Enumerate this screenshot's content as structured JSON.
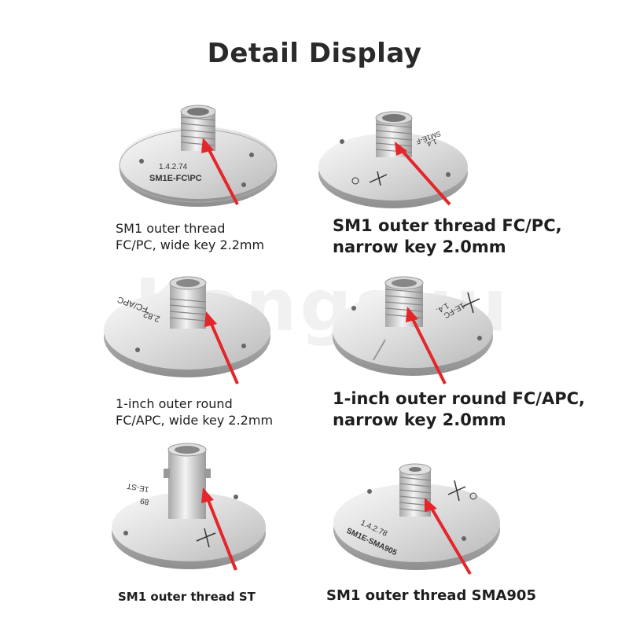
{
  "title": "Detail Display",
  "watermark": "Kangsuu",
  "colors": {
    "arrow": "#e3262a",
    "metal_light": "#eeeeee",
    "metal_mid": "#cfcfcf",
    "metal_dark": "#9a9a9a",
    "text": "#1e1e1e"
  },
  "items": [
    {
      "caption_lines": [
        "SM1 outer thread",
        "FC/PC, wide key 2.2mm"
      ],
      "engraving": [
        "1.4.2.74",
        "SM1E-FC\\PC"
      ]
    },
    {
      "caption_lines": [
        "SM1 outer thread FC/PC,",
        "narrow key 2.0mm"
      ],
      "engraving": [
        "1.4.",
        "SM1E-F"
      ]
    },
    {
      "caption_lines": [
        "1-inch outer round",
        "FC/APC, wide key 2.2mm"
      ],
      "engraving": [
        "2.82",
        "FC/APC"
      ]
    },
    {
      "caption_lines": [
        "1-inch outer round FC/APC,",
        "narrow key 2.0mm"
      ],
      "engraving": [
        "1.4.",
        "1E-FC"
      ]
    },
    {
      "caption_lines": [
        "SM1 outer thread ST"
      ],
      "engraving": [
        "89",
        "1E-ST"
      ]
    },
    {
      "caption_lines": [
        "SM1 outer thread SMA905"
      ],
      "engraving": [
        "1.4.2.78",
        "SM1E-SMA905"
      ]
    }
  ]
}
